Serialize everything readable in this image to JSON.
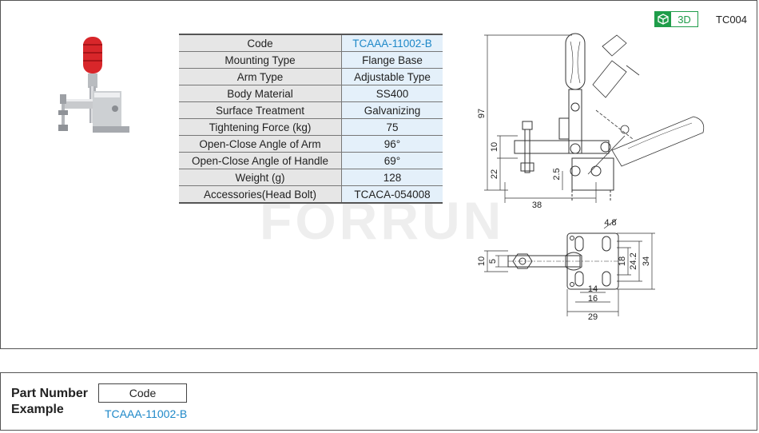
{
  "header": {
    "badge_label": "3D",
    "model_code": "TC004",
    "brand_color": "#1f9d4a",
    "accent_color": "#1e88c8",
    "watermark": "FORRUN"
  },
  "spec_table": {
    "rows": [
      {
        "label": "Code",
        "value": "TCAAA-11002-B"
      },
      {
        "label": "Mounting Type",
        "value": "Flange Base"
      },
      {
        "label": "Arm Type",
        "value": "Adjustable Type"
      },
      {
        "label": "Body Material",
        "value": "SS400"
      },
      {
        "label": "Surface Treatment",
        "value": "Galvanizing"
      },
      {
        "label": "Tightening Force (kg)",
        "value": "75"
      },
      {
        "label": "Open-Close Angle of Arm",
        "value": "96°"
      },
      {
        "label": "Open-Close  Angle of Handle",
        "value": "69°"
      },
      {
        "label": "Weight (g)",
        "value": "128"
      },
      {
        "label": "Accessories(Head Bolt)",
        "value": "TCACA-054008"
      }
    ]
  },
  "drawing": {
    "side_view_dims": [
      "97",
      "10",
      "22",
      "2.5",
      "38"
    ],
    "top_view_dims": [
      "4.8",
      "10",
      "5",
      "18",
      "24.2",
      "34",
      "14",
      "16",
      "29"
    ]
  },
  "part_number": {
    "label_line1": "Part Number",
    "label_line2": "Example",
    "box_label": "Code",
    "example": "TCAAA-11002-B"
  }
}
